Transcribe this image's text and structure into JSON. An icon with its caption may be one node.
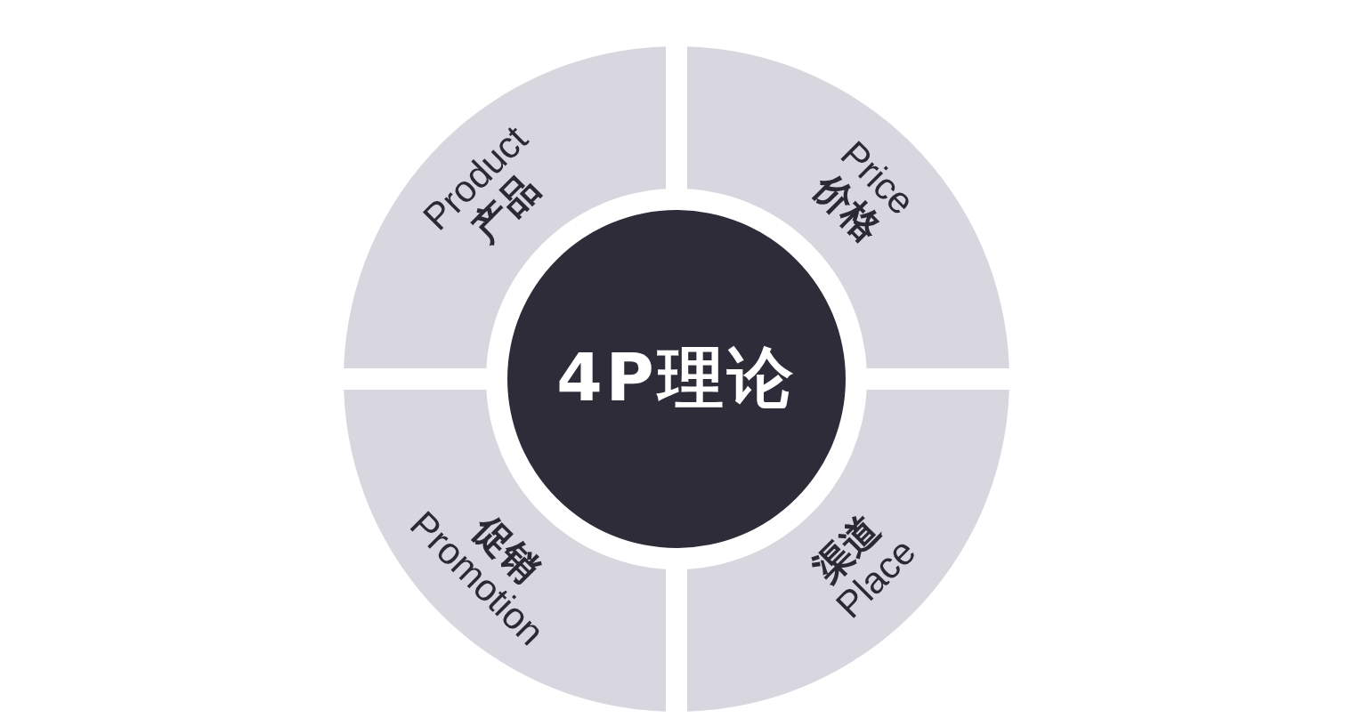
{
  "diagram": {
    "nodes": [
      {
        "text": [
          "4P理论"
        ]
      },
      {
        "text": [
          "Product",
          "产品"
        ]
      },
      {
        "text": [
          "Price",
          "价格"
        ]
      },
      {
        "text": [
          "促销",
          "Promotion"
        ]
      },
      {
        "text": [
          "渠道",
          "Place"
        ]
      }
    ]
  }
}
